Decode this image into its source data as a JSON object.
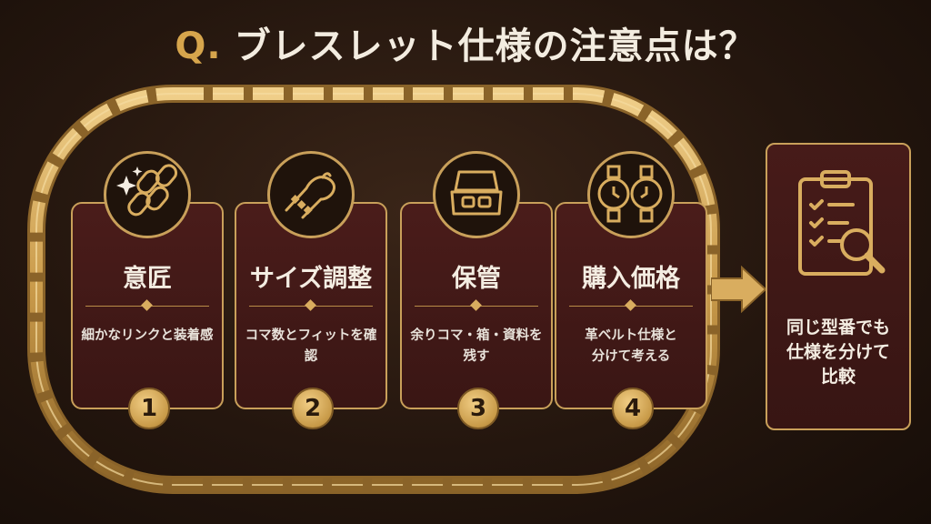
{
  "title": {
    "prefix": "Q.",
    "text": "ブレスレット仕様の注意点は？"
  },
  "cards": [
    {
      "number": "1",
      "title": "意匠",
      "lines": [
        "細かなリンクと装着感"
      ],
      "icon": "chain-sparkle-icon"
    },
    {
      "number": "2",
      "title": "サイズ調整",
      "lines": [
        "コマ数とフィットを確認"
      ],
      "icon": "wrist-bracelet-icon"
    },
    {
      "number": "3",
      "title": "保管",
      "lines": [
        "余りコマ・箱・資料を残す"
      ],
      "icon": "watch-box-icon"
    },
    {
      "number": "4",
      "title": "購入価格",
      "lines": [
        "革ベルト仕様と",
        "分けて考える"
      ],
      "icon": "two-watches-icon"
    }
  ],
  "result": {
    "lines": [
      "同じ型番でも",
      "仕様を分けて",
      "比較"
    ],
    "icon": "clipboard-magnifier-icon"
  },
  "colors": {
    "gold": "#c9a05a",
    "card": "#3f1816",
    "background": "#24160e",
    "text": "#f4ede2"
  }
}
